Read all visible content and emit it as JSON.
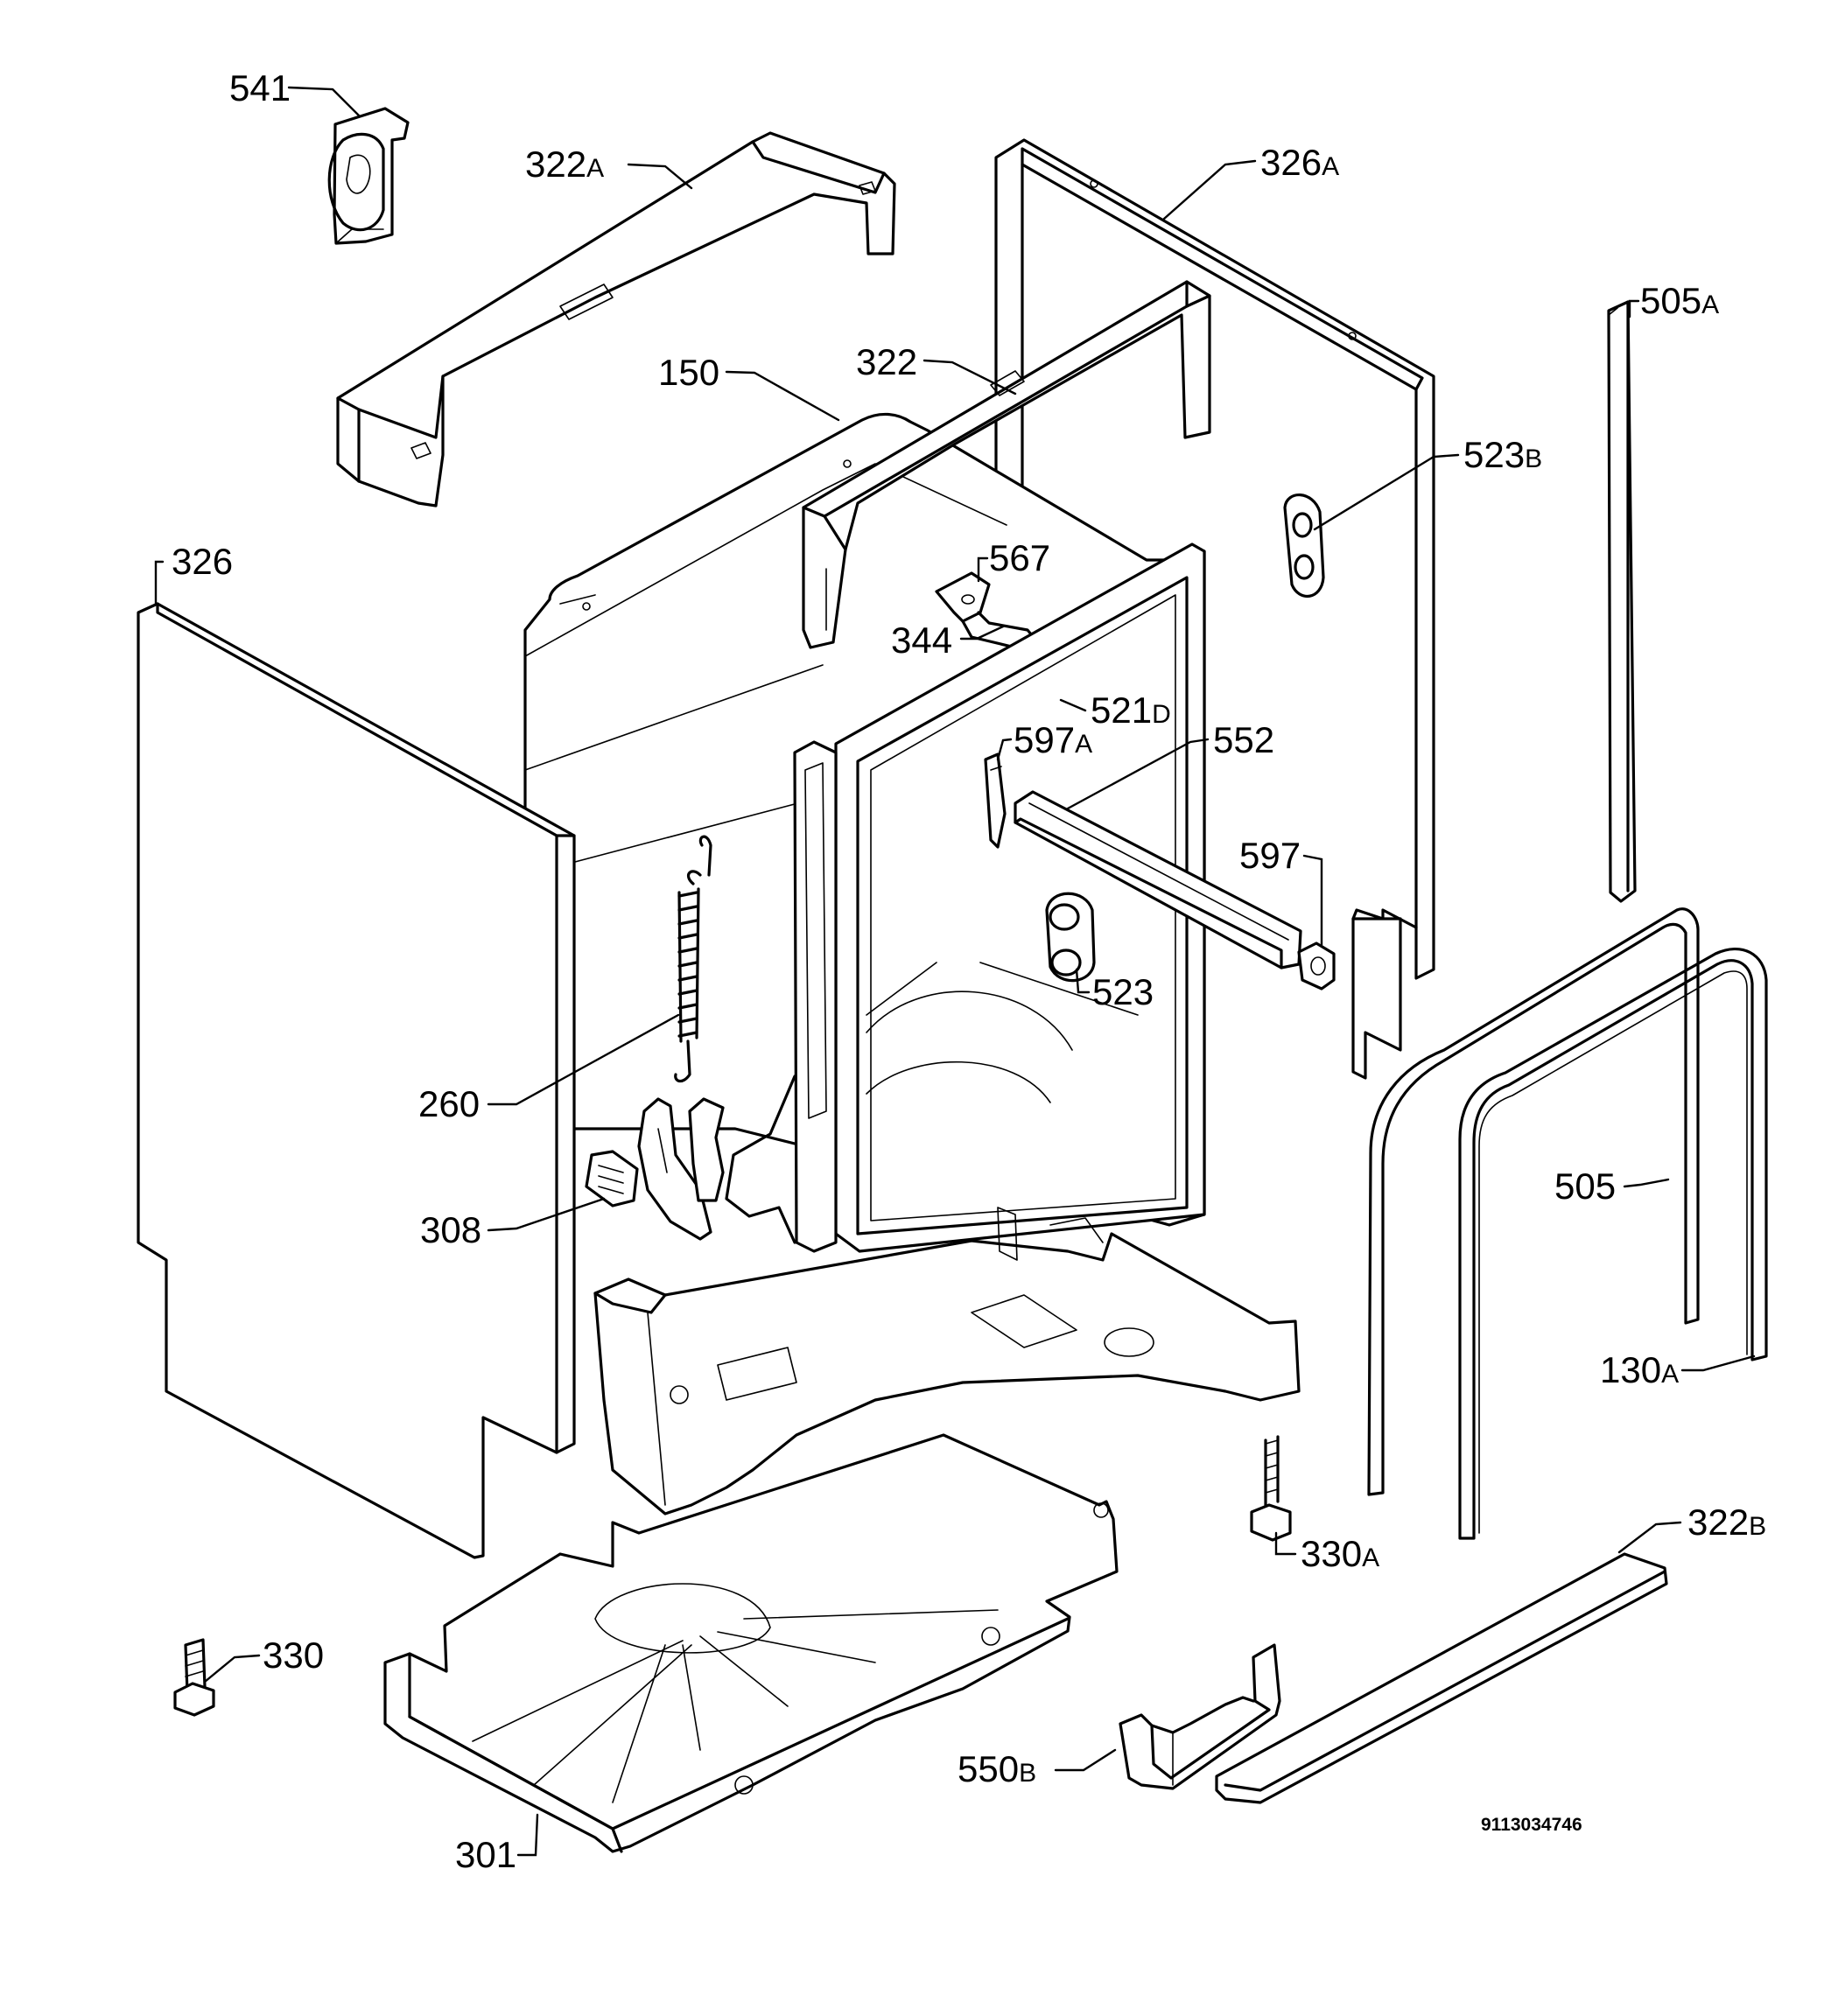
{
  "document_number": "9113034746",
  "callouts": [
    {
      "id": "541",
      "base": "541",
      "suffix": ""
    },
    {
      "id": "322A",
      "base": "322",
      "suffix": "A"
    },
    {
      "id": "326A",
      "base": "326",
      "suffix": "A"
    },
    {
      "id": "505A",
      "base": "505",
      "suffix": "A"
    },
    {
      "id": "150",
      "base": "150",
      "suffix": ""
    },
    {
      "id": "322",
      "base": "322",
      "suffix": ""
    },
    {
      "id": "523B",
      "base": "523",
      "suffix": "B"
    },
    {
      "id": "326",
      "base": "326",
      "suffix": ""
    },
    {
      "id": "567",
      "base": "567",
      "suffix": ""
    },
    {
      "id": "344",
      "base": "344",
      "suffix": ""
    },
    {
      "id": "521D",
      "base": "521",
      "suffix": "D"
    },
    {
      "id": "597A",
      "base": "597",
      "suffix": "A"
    },
    {
      "id": "552",
      "base": "552",
      "suffix": ""
    },
    {
      "id": "597",
      "base": "597",
      "suffix": ""
    },
    {
      "id": "523",
      "base": "523",
      "suffix": ""
    },
    {
      "id": "260",
      "base": "260",
      "suffix": ""
    },
    {
      "id": "308",
      "base": "308",
      "suffix": ""
    },
    {
      "id": "505",
      "base": "505",
      "suffix": ""
    },
    {
      "id": "130A",
      "base": "130",
      "suffix": "A"
    },
    {
      "id": "330A",
      "base": "330",
      "suffix": "A"
    },
    {
      "id": "322B",
      "base": "322",
      "suffix": "B"
    },
    {
      "id": "330",
      "base": "330",
      "suffix": ""
    },
    {
      "id": "550B",
      "base": "550",
      "suffix": "B"
    },
    {
      "id": "301",
      "base": "301",
      "suffix": ""
    }
  ]
}
